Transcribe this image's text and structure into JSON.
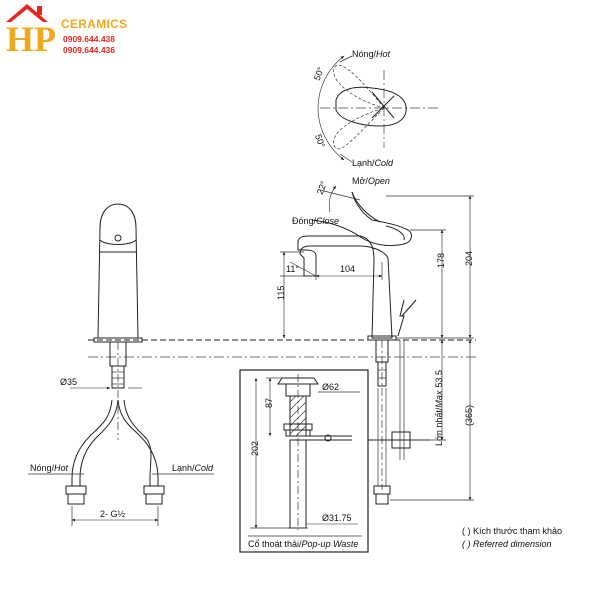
{
  "logo": {
    "letters": "HP",
    "brand": "CERAMICS",
    "phone_1": "0909.644.438",
    "phone_2": "0909.644.436",
    "colors": {
      "gold": "#f2a81d",
      "red": "#e8251d"
    }
  },
  "top_view": {
    "hot_label": "Nóng/",
    "hot_label_italic": "Hot",
    "cold_label": "Lạnh/",
    "cold_label_italic": "Cold",
    "angle_top": "50°",
    "angle_bottom": "50°"
  },
  "side_view": {
    "open_label": "Mở/",
    "open_label_italic": "Open",
    "close_label": "Đóng/",
    "close_label_italic": "Close",
    "angle_lever": "22°",
    "angle_spout": "11°",
    "dim_spout_reach": "104",
    "dim_spout_height": "115",
    "dim_lever_height": "178",
    "dim_total_height": "204",
    "dim_max_deck": "Lớn nhất/",
    "dim_max_deck_italic": "Max",
    "dim_max_deck_value": "53.5",
    "dim_hose": "(365)"
  },
  "front_view": {
    "diameter_base": "Ø35",
    "hot_label": "Nóng/",
    "hot_label_italic": "Hot",
    "cold_label": "Lạnh/",
    "cold_label_italic": "Cold",
    "thread_label": "2- G½"
  },
  "waste": {
    "dim_flange": "Ø62",
    "dim_upper": "87",
    "dim_length": "202",
    "dim_tail": "Ø31.75",
    "caption": "Cổ thoát thải/",
    "caption_italic": "Pop-up Waste"
  },
  "notes": {
    "reference_vi": "( ) Kích thước tham khảo",
    "reference_en": "( ) Referred dimension"
  }
}
